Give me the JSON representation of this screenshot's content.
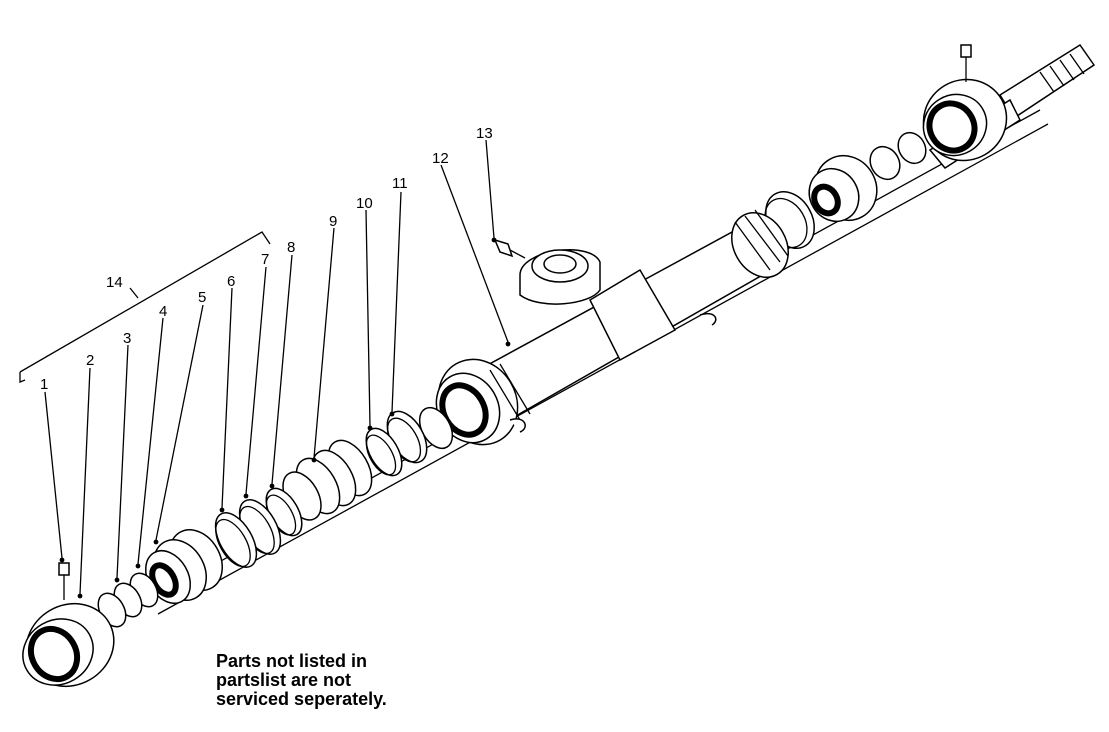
{
  "callouts": {
    "c1": "1",
    "c2": "2",
    "c3": "3",
    "c4": "4",
    "c5": "5",
    "c6": "6",
    "c7": "7",
    "c8": "8",
    "c9": "9",
    "c10": "10",
    "c11": "11",
    "c12": "12",
    "c13": "13",
    "c14": "14"
  },
  "note": {
    "line1": "Parts not listed in",
    "line2": "partslist are not",
    "line3": "serviced seperately."
  }
}
